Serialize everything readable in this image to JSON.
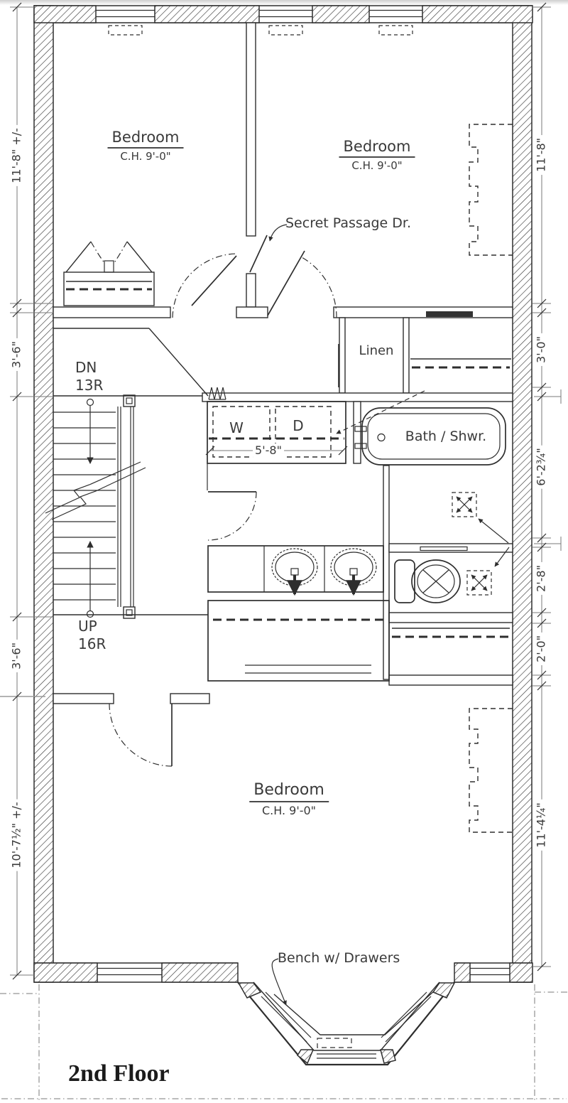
{
  "sheet": {
    "title": "2nd Floor"
  },
  "rooms": {
    "bedroom_top_left": {
      "label": "Bedroom",
      "ceiling": "C.H. 9'-0\""
    },
    "bedroom_top_right": {
      "label": "Bedroom",
      "ceiling": "C.H. 9'-0\""
    },
    "bedroom_bottom": {
      "label": "Bedroom",
      "ceiling": "C.H. 9'-0\""
    },
    "linen": {
      "label": "Linen"
    },
    "bath": {
      "label": "Bath / Shwr."
    }
  },
  "fixtures": {
    "washer": "W",
    "dryer": "D"
  },
  "stairs": {
    "down": {
      "direction": "DN",
      "risers": "13R"
    },
    "up": {
      "direction": "UP",
      "risers": "16R"
    }
  },
  "callouts": {
    "secret_passage": "Secret Passage Dr.",
    "bench": "Bench w/ Drawers"
  },
  "dimensions": {
    "laundry_width": "5'-8\"",
    "left": [
      {
        "value": "11'-8\" +/-"
      },
      {
        "value": "3'-6\""
      },
      {
        "value": "3'-6\""
      },
      {
        "value": "10'-7½\" +/-"
      }
    ],
    "right": [
      {
        "value": "11'-8\""
      },
      {
        "value": "3'-0\""
      },
      {
        "value": "6'-2¾\""
      },
      {
        "value": "2'-8\""
      },
      {
        "value": "2'-0\""
      },
      {
        "value": "11'-4¼\""
      }
    ]
  },
  "colors": {
    "line": "#2e2e2e",
    "text": "#3a3a3a",
    "background": "#ffffff"
  }
}
